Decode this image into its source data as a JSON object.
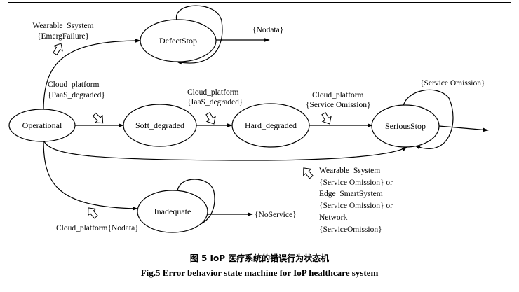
{
  "states": {
    "operational": "Operational",
    "defect_stop": "DefectStop",
    "soft_degraded": "Soft_degraded",
    "hard_degraded": "Hard_degraded",
    "serious_stop": "SeriousStop",
    "inadequate": "Inadequate"
  },
  "outputs": {
    "defect_stop": "{Nodata}",
    "serious_stop_loop": "{Service Omission}",
    "inadequate": "{NoService}"
  },
  "transitions": {
    "to_defect_line1": "Wearable_Ssystem",
    "to_defect_line2": "{EmergFailure}",
    "to_soft_line1": "Cloud_platform",
    "to_soft_line2": "{PaaS_degraded}",
    "to_hard_line1": "Cloud_platform",
    "to_hard_line2": "{IaaS_degraded}",
    "to_serious_line1": "Cloud_platform",
    "to_serious_line2": "{Service Omission}",
    "to_inadequate": "Cloud_platform{Nodata}",
    "direct_serious": [
      "Wearable_Ssystem",
      "{Service Omission} or",
      "Edge_SmartSystem",
      "{Service Omission} or",
      "Network",
      "{ServiceOmission}"
    ]
  },
  "caption": {
    "chinese": "图 5   IoP 医疗系统的错误行为状态机",
    "english": "Fig.5    Error behavior state machine for IoP healthcare system"
  }
}
